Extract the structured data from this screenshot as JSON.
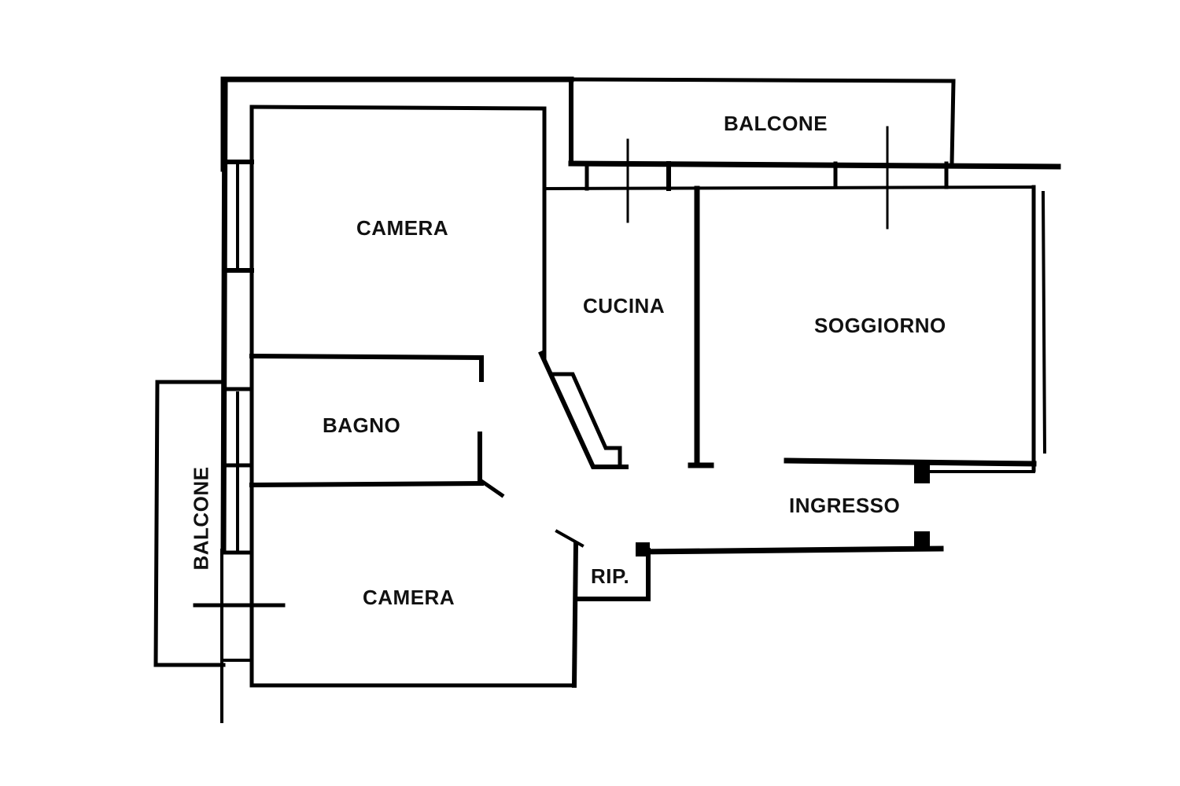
{
  "plan": {
    "type": "floor-plan",
    "line_color": "#000000",
    "background_color": "#ffffff"
  },
  "rooms": {
    "camera_top": "CAMERA",
    "camera_bottom": "CAMERA",
    "bagno": "BAGNO",
    "cucina": "CUCINA",
    "soggiorno": "SOGGIORNO",
    "ingresso": "INGRESSO",
    "ripostiglio": "RIP.",
    "balcone_top": "BALCONE",
    "balcone_left": "BALCONE"
  }
}
